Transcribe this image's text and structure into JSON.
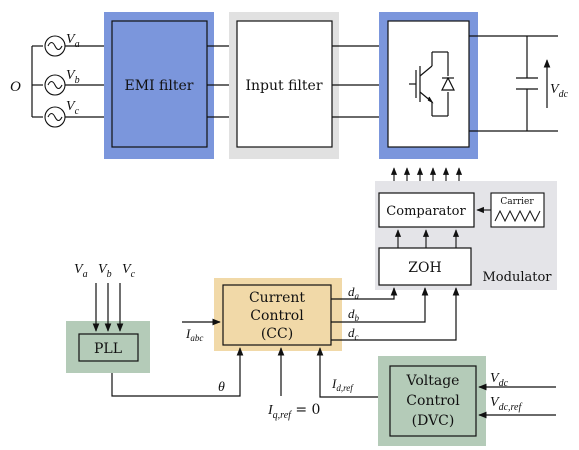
{
  "colors": {
    "emi_block": "#7b96dc",
    "emi_block_stroke": "#5a74c4",
    "input_block": "#e1e1e1",
    "converter_block": "#7b96dc",
    "modulator_panel": "#e4e4e8",
    "current_control_fill": "#f1d9a8",
    "pll_fill": "#b4cbb8",
    "dvc_fill": "#b4cbb8",
    "line": "#111111"
  },
  "icons": {
    "ac_source": "sine-circle-icon",
    "igbt": "igbt-transistor-icon",
    "diode": "diode-icon",
    "capacitor": "capacitor-icon",
    "carrier": "triangle-wave-icon"
  },
  "power_stage": {
    "neutral_label": "O",
    "sources": [
      {
        "sym": "V",
        "sub": "a"
      },
      {
        "sym": "V",
        "sub": "b"
      },
      {
        "sym": "V",
        "sub": "c"
      }
    ],
    "emi_filter_label": "EMI filter",
    "input_filter_label": "Input filter",
    "dc_voltage": {
      "sym": "V",
      "sub": "dc"
    }
  },
  "modulator": {
    "label": "Modulator",
    "comparator_label": "Comparator",
    "carrier_label": "Carrier",
    "zoh_label": "ZOH"
  },
  "current_control": {
    "line1": "Current",
    "line2": "Control",
    "line3": "(CC)",
    "outputs": [
      {
        "sym": "d",
        "sub": "a"
      },
      {
        "sym": "d",
        "sub": "b"
      },
      {
        "sym": "d",
        "sub": "c"
      }
    ],
    "input_current": {
      "sym": "I",
      "sub": "abc"
    },
    "iq_ref": {
      "sym": "I",
      "sub": "q,ref",
      "suffix": " = 0"
    },
    "id_ref": {
      "sym": "I",
      "sub": "d,ref"
    }
  },
  "pll": {
    "label": "PLL",
    "inputs": [
      {
        "sym": "V",
        "sub": "a"
      },
      {
        "sym": "V",
        "sub": "b"
      },
      {
        "sym": "V",
        "sub": "c"
      }
    ],
    "theta": "θ"
  },
  "dvc": {
    "line1": "Voltage",
    "line2": "Control",
    "line3": "(DVC)",
    "inputs": [
      {
        "sym": "V",
        "sub": "dc"
      },
      {
        "sym": "V",
        "sub": "dc,ref"
      }
    ]
  }
}
